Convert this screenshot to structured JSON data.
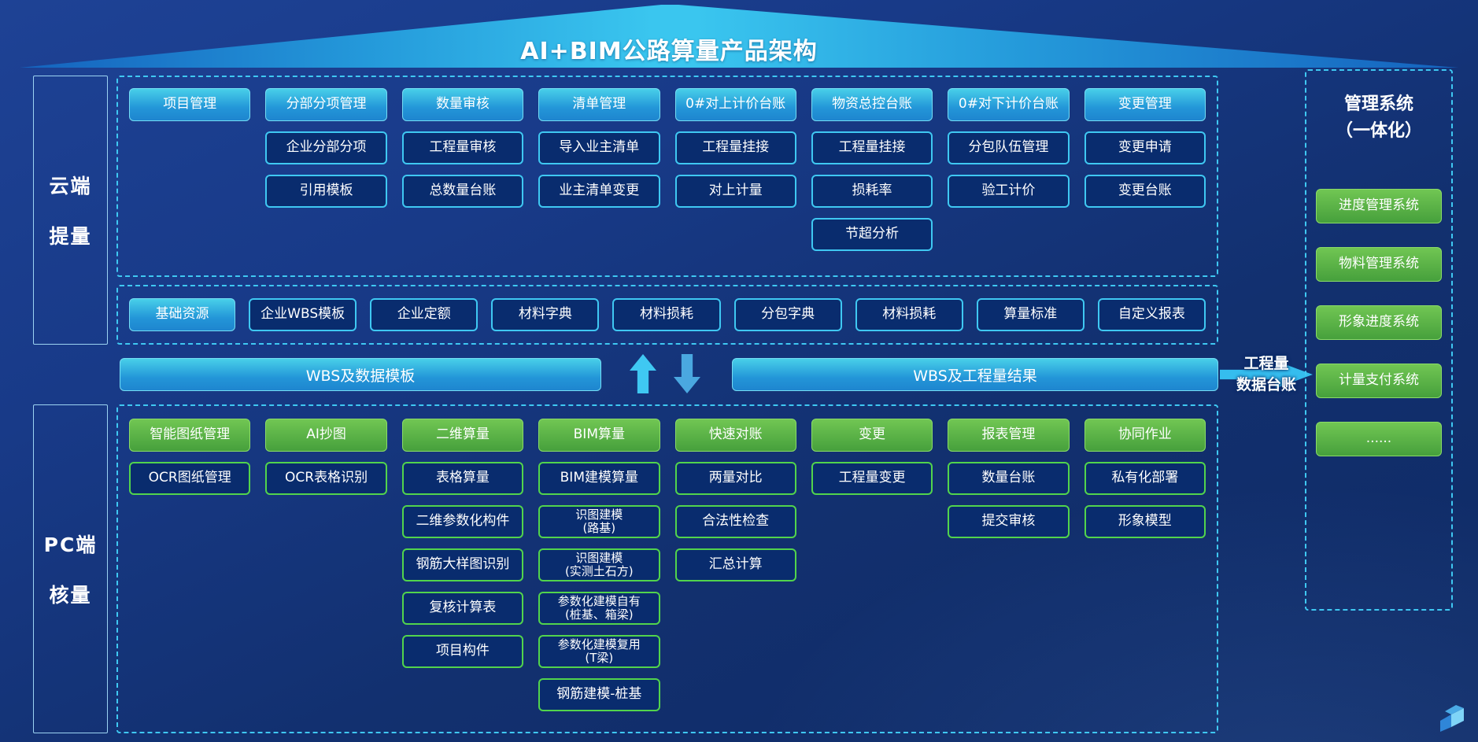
{
  "title": "AI+BIM公路算量产品架构",
  "colors": {
    "background_blue": "#16357e",
    "accent_cyan": "#3fc8f2",
    "accent_green": "#52d44c",
    "teal_fill_top": "#48cfe9",
    "teal_fill_bottom": "#1e86cf",
    "green_fill_top": "#71c653",
    "green_fill_bottom": "#46a03c",
    "block_navy": "#092c6e"
  },
  "icons": {
    "up_arrow": "triangle-up-with-stem",
    "down_arrow": "triangle-down-with-stem",
    "flow_arrow": "arrow-right"
  },
  "left_labels": {
    "cloud": [
      "云端",
      "提量"
    ],
    "pc": [
      "PC端",
      "核量"
    ]
  },
  "cloud_section": {
    "columns": [
      {
        "header": "项目管理",
        "items": []
      },
      {
        "header": "分部分项管理",
        "items": [
          "企业分部分项",
          "引用模板"
        ]
      },
      {
        "header": "数量审核",
        "items": [
          "工程量审核",
          "总数量台账"
        ]
      },
      {
        "header": "清单管理",
        "items": [
          "导入业主清单",
          "业主清单变更"
        ]
      },
      {
        "header": "0#对上计价台账",
        "items": [
          "工程量挂接",
          "对上计量"
        ]
      },
      {
        "header": "物资总控台账",
        "items": [
          "工程量挂接",
          "损耗率",
          "节超分析"
        ]
      },
      {
        "header": "0#对下计价台账",
        "items": [
          "分包队伍管理",
          "验工计价"
        ]
      },
      {
        "header": "变更管理",
        "items": [
          "变更申请",
          "变更台账"
        ]
      }
    ],
    "base_row": [
      {
        "label": "基础资源",
        "filled": true
      },
      {
        "label": "企业WBS模板",
        "filled": false
      },
      {
        "label": "企业定额",
        "filled": false
      },
      {
        "label": "材料字典",
        "filled": false
      },
      {
        "label": "材料损耗",
        "filled": false
      },
      {
        "label": "分包字典",
        "filled": false
      },
      {
        "label": "材料损耗",
        "filled": false
      },
      {
        "label": "算量标准",
        "filled": false
      },
      {
        "label": "自定义报表",
        "filled": false
      }
    ]
  },
  "middle": {
    "left_bar": "WBS及数据模板",
    "right_bar": "WBS及工程量结果",
    "flow_label": "工程量\n数据台账"
  },
  "pc_section": {
    "columns": [
      {
        "header": "智能图纸管理",
        "items": [
          "OCR图纸管理"
        ]
      },
      {
        "header": "AI抄图",
        "items": [
          "OCR表格识别"
        ]
      },
      {
        "header": "二维算量",
        "items": [
          "表格算量",
          "二维参数化构件",
          "钢筋大样图识别",
          "复核计算表",
          "项目构件"
        ]
      },
      {
        "header": "BIM算量",
        "items": [
          "BIM建模算量",
          "识图建模\n(路基)",
          "识图建模\n(实测土石方)",
          "参数化建模自有\n(桩基、箱梁)",
          "参数化建模复用\n(T梁)",
          "钢筋建模-桩基"
        ]
      },
      {
        "header": "快速对账",
        "items": [
          "两量对比",
          "合法性检查",
          "汇总计算"
        ]
      },
      {
        "header": "变更",
        "items": [
          "工程量变更"
        ]
      },
      {
        "header": "报表管理",
        "items": [
          "数量台账",
          "提交审核"
        ]
      },
      {
        "header": "协同作业",
        "items": [
          "私有化部署",
          "形象模型"
        ]
      }
    ]
  },
  "right_panel": {
    "title": "管理系统\n（一体化）",
    "items": [
      "进度管理系统",
      "物料管理系统",
      "形象进度系统",
      "计量支付系统",
      "......"
    ]
  }
}
